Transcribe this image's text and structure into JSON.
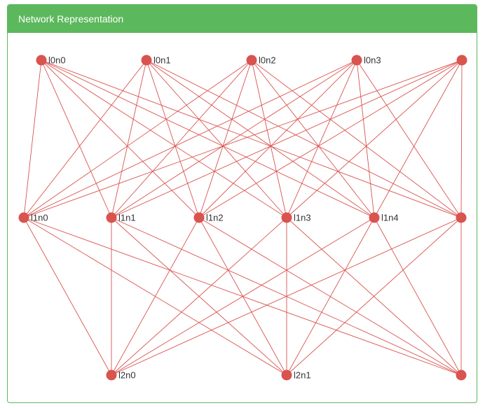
{
  "panel": {
    "title": "Network Representation",
    "header_color": "#5cb85c",
    "border_color": "#5cb85c"
  },
  "network": {
    "node_color": "#d9534f",
    "edge_color": "#d9534f",
    "layers": [
      {
        "nodes": [
          "l0n0",
          "l0n1",
          "l0n2",
          "l0n3",
          ""
        ]
      },
      {
        "nodes": [
          "l1n0",
          "l1n1",
          "l1n2",
          "l1n3",
          "l1n4",
          ""
        ]
      },
      {
        "nodes": [
          "l2n0",
          "l2n1",
          ""
        ]
      }
    ]
  }
}
